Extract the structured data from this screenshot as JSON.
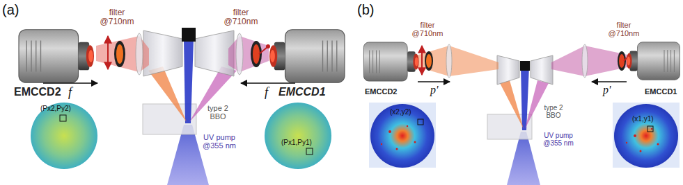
{
  "diagram": {
    "labels": [
      "(a)",
      "filter @710nm",
      "EMCCD2",
      "f",
      "type 2 BBO",
      "UV pump @355 nm",
      "(Px2,Py2)",
      "filter @710nm",
      "f",
      "EMCCD1",
      "(Px1,Py1)",
      "(b)",
      "filter @710nm",
      "EMCCD2",
      "p'",
      "type 2 BBO",
      "UV pump @355 nm",
      "(x2,y2)",
      "filter @710nm",
      "p'",
      "EMCCD1",
      "(x1,y1)"
    ]
  }
}
